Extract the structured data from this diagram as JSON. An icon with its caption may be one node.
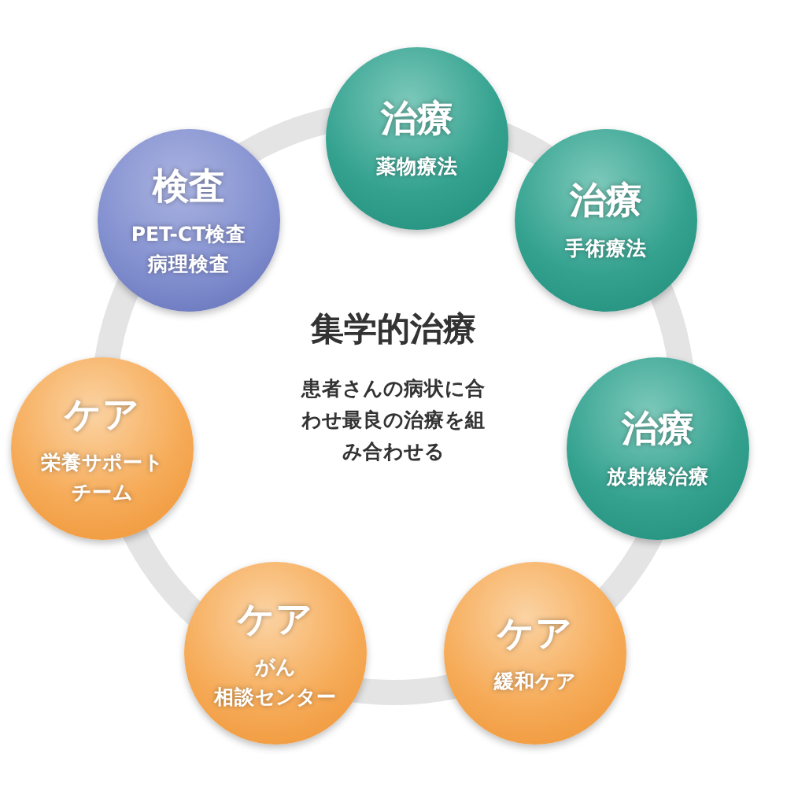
{
  "diagram": {
    "nodes": [
      {
        "text": [
          "治療",
          "薬物療法"
        ]
      },
      {
        "text": [
          "治療",
          "手術療法"
        ]
      },
      {
        "text": [
          "治療",
          "放射線治療"
        ]
      },
      {
        "text": [
          "ケア",
          "緩和ケア"
        ]
      },
      {
        "text": [
          "ケア",
          "がん",
          "相談センター"
        ]
      },
      {
        "text": [
          "ケア",
          "栄養サポート",
          "チーム"
        ]
      },
      {
        "text": [
          "検査",
          "PET-CT検査",
          "病理検査"
        ]
      }
    ],
    "labels": [
      "集学的治療",
      "患者さんの病状に合わせ最良の治療を組み合わせる"
    ]
  }
}
